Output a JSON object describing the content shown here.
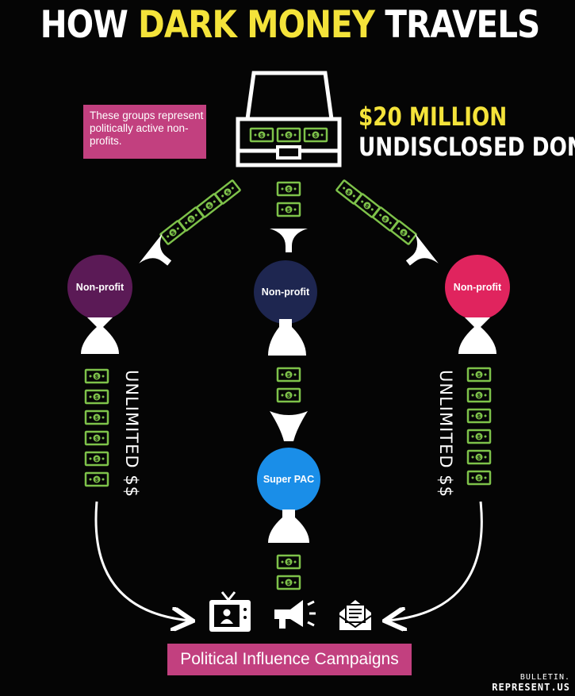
{
  "title": {
    "prefix": "HOW ",
    "highlight": "DARK MONEY",
    "suffix": " TRAVELS"
  },
  "note": "These groups represent politically active non-profits.",
  "donor": {
    "amount": "$20 MILLION",
    "label": "UNDISCLOSED DONOR"
  },
  "nodes": {
    "left": {
      "label": "Non-profit",
      "color": "#5b1a56"
    },
    "center": {
      "label": "Non-profit",
      "color": "#1e2650"
    },
    "right": {
      "label": "Non-profit",
      "color": "#e0245e"
    },
    "superpac": {
      "label": "Super PAC",
      "color": "#1a8ee8"
    }
  },
  "unlimited_left": "UNLIMITED $$",
  "unlimited_right": "UNLIMITED $$",
  "campaigns": "Political Influence Campaigns",
  "credit": {
    "line1": "BULLETIN.",
    "line2": "REPRESENT.US"
  },
  "icons": [
    "briefcase-icon",
    "bill-icon",
    "funnel-icon",
    "tv-icon",
    "megaphone-icon",
    "mail-icon"
  ],
  "colors": {
    "bill": "#7ec24a",
    "accent_yellow": "#f4e33a",
    "label_pink": "#c2407f"
  }
}
